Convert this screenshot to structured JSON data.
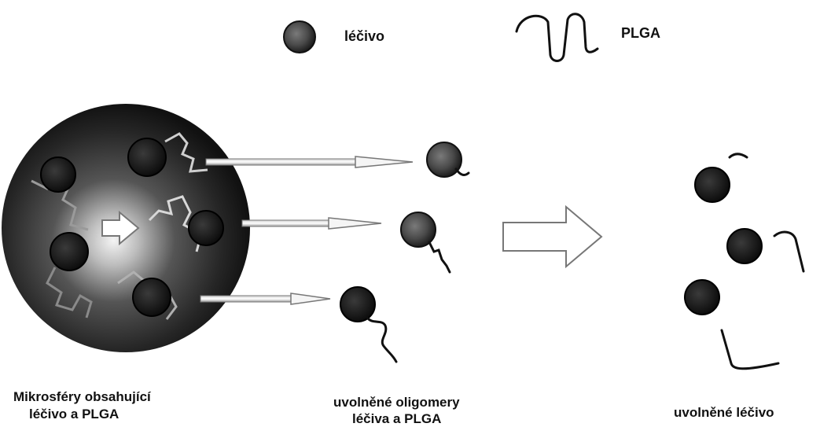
{
  "legend": {
    "drug_label": "léčivo",
    "polymer_label": "PLGA"
  },
  "captions": {
    "microsphere_line1": "Mikrosféry obsahující",
    "microsphere_line2": "léčivo a PLGA",
    "oligomers_line1": "uvolněné oligomery",
    "oligomers_line2": "léčiva a PLGA",
    "released_drug": "uvolněné léčivo"
  },
  "colors": {
    "ink": "#111111",
    "drug_fill": "#3a3a3a",
    "sphere_dark": "#1a1a1a",
    "sphere_glow": "#f2f2f2",
    "background": "#ffffff"
  }
}
